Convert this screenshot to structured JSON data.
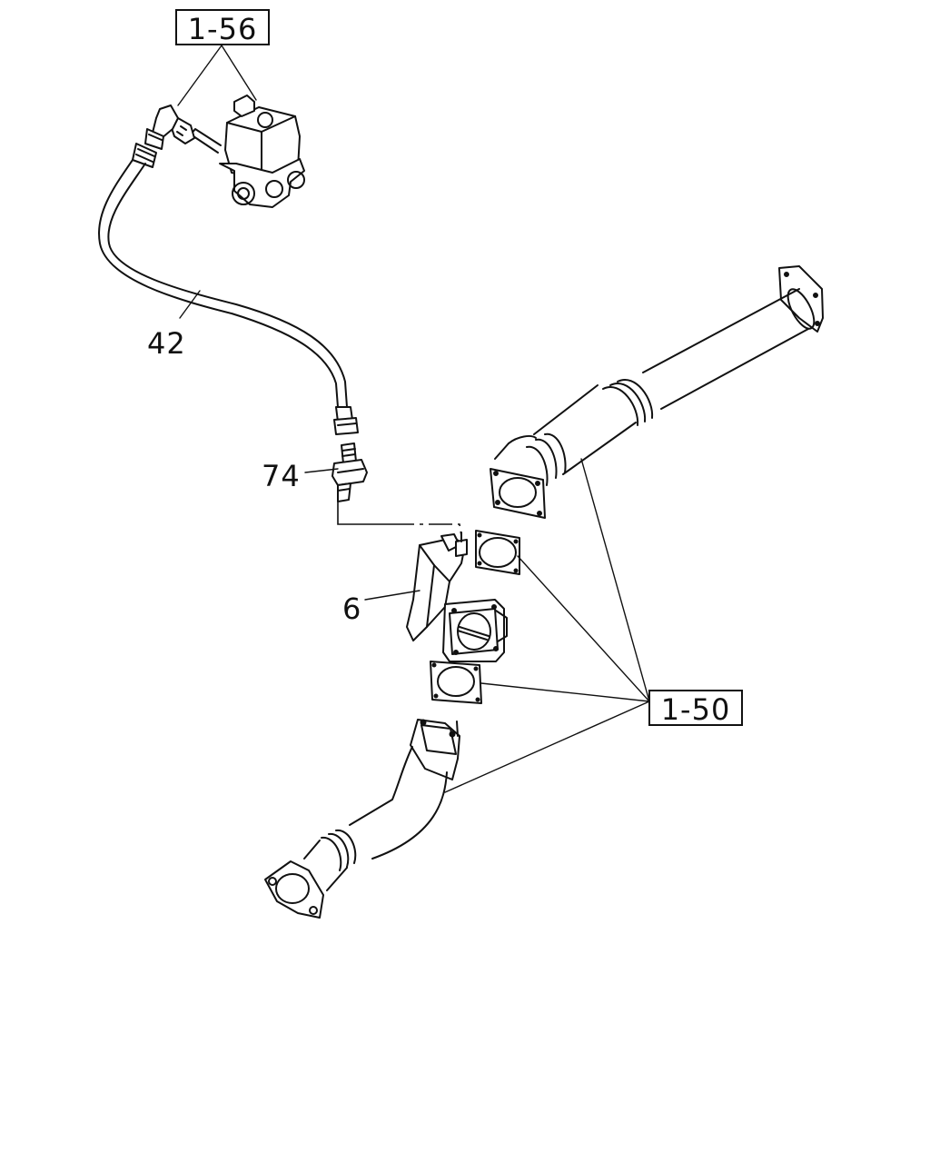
{
  "diagram": {
    "refs": {
      "solenoid_group": "1-56",
      "exhaust_group": "1-50"
    },
    "callouts": {
      "hose": "42",
      "fitting": "74",
      "exhaust_brake": "6"
    }
  }
}
